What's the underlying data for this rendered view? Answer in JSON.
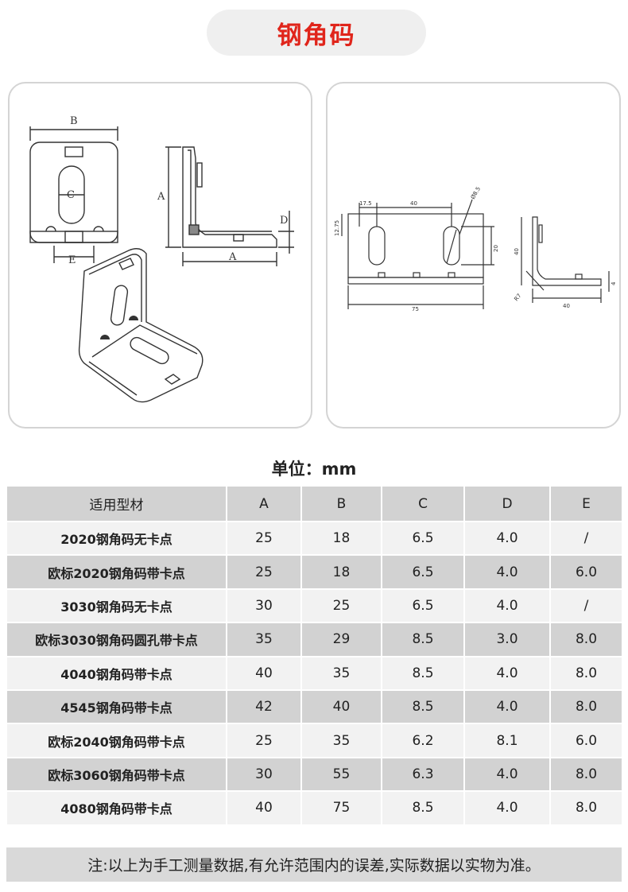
{
  "title": "钢角码",
  "drawings": {
    "left": {
      "label_b": "B",
      "label_c": "C",
      "label_e": "E",
      "label_a_vert": "A",
      "label_a_horiz": "A",
      "label_d": "D"
    },
    "right": {
      "dim_175": "17.5",
      "dim_40_top": "40",
      "dim_phi": "Ø8.5",
      "dim_1275": "12.75",
      "dim_20": "20",
      "dim_75": "75",
      "dim_40_vert": "40",
      "dim_4": "4",
      "dim_40_bottom": "40",
      "dim_r7": "R7"
    }
  },
  "unit_label": "单位：mm",
  "table": {
    "headers": [
      "适用型材",
      "A",
      "B",
      "C",
      "D",
      "E"
    ],
    "rows": [
      [
        "2020钢角码无卡点",
        "25",
        "18",
        "6.5",
        "4.0",
        "/"
      ],
      [
        "欧标2020钢角码带卡点",
        "25",
        "18",
        "6.5",
        "4.0",
        "6.0"
      ],
      [
        "3030钢角码无卡点",
        "30",
        "25",
        "6.5",
        "4.0",
        "/"
      ],
      [
        "欧标3030钢角码圆孔带卡点",
        "35",
        "29",
        "8.5",
        "3.0",
        "8.0"
      ],
      [
        "4040钢角码带卡点",
        "40",
        "35",
        "8.5",
        "4.0",
        "8.0"
      ],
      [
        "4545钢角码带卡点",
        "42",
        "40",
        "8.5",
        "4.0",
        "8.0"
      ],
      [
        "欧标2040钢角码带卡点",
        "25",
        "35",
        "6.2",
        "8.1",
        "6.0"
      ],
      [
        "欧标3060钢角码带卡点",
        "30",
        "55",
        "6.3",
        "4.0",
        "8.0"
      ],
      [
        "4080钢角码带卡点",
        "40",
        "75",
        "8.5",
        "4.0",
        "8.0"
      ]
    ]
  },
  "note": "注:以上为手工测量数据,有允许范围内的误差,实际数据以实物为准。"
}
